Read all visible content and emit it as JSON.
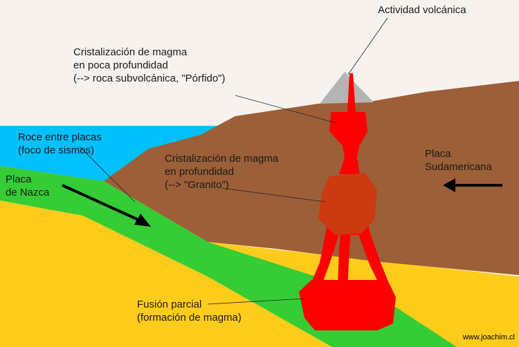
{
  "colors": {
    "sky": "#f7f2ed",
    "ocean": "#00c0ff",
    "continental_plate": "#9c5f38",
    "mantle": "#ffcc1c",
    "nazca_plate": "#35cc35",
    "magma": "#ff0000",
    "granite": "#cc3a10",
    "volcano": "#b4b4b4"
  },
  "labels": {
    "volcanic_activity": "Actividad volcánica",
    "shallow_crystallization": [
      "Cristalización de magma",
      "en poca profundidad",
      "(--> roca subvolcánica, \"Pórfido\")"
    ],
    "plate_friction": [
      "Roce entre placas",
      "(foco de sismos)"
    ],
    "deep_crystallization": [
      "Cristalización de magma",
      "en profundidad",
      "(--> \"Granito\")"
    ],
    "south_american_plate": [
      "Placa",
      "Sudamericana"
    ],
    "nazca_plate": [
      "Placa",
      "de Nazca"
    ],
    "partial_melting": [
      "Fusión parcial",
      "(formación de magma)"
    ]
  },
  "credit": "www.joachim.cl"
}
